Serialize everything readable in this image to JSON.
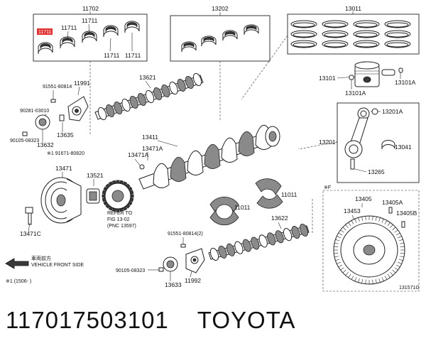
{
  "labels": {
    "p11702": "11702",
    "p11711a": "11711",
    "p11711b": "11711",
    "p11711c": "11711",
    "p11711d": "11711",
    "p11711e": "11711",
    "p13202": "13202",
    "p13011": "13011",
    "p13101": "13101",
    "p13101a1": "13101A",
    "p13101a2": "13101A",
    "p13201a": "13201A",
    "p13201": "13201",
    "p13041": "13041",
    "p13265": "13265",
    "p13621": "13621",
    "p91551a": "91551-80814",
    "p11991": "11991",
    "p90281": "90281-03010",
    "p13635": "13635",
    "p90105a": "90105-08323",
    "p13632": "13632",
    "p91671": "※1 91671-80820",
    "p13411": "13411",
    "p13471a1": "13471A",
    "p13471a2": "13471A",
    "p13471": "13471",
    "p13521": "13521",
    "p11011a": "11011",
    "p11011b": "11011",
    "p13471c": "13471C",
    "refer1": "REFER TO",
    "refer2": "FIG 13-02",
    "refer3": "(PNC 13597)",
    "p13622": "13622",
    "p91551b": "91551-80814(2)",
    "p90105b": "90105-08323",
    "p13633": "13633",
    "p11992": "11992",
    "front_jp": "車両前方",
    "front_en": "VEHICLE FRONT SIDE",
    "note": "※1 (1506-    )",
    "p13405": "13405",
    "p13405a": "13405A",
    "p13453": "13453",
    "p13405b": "13405B",
    "fig_no": "131571G",
    "tag_small": "※F"
  },
  "highlight_label": "11711",
  "caption": {
    "part_number": "117017503101",
    "brand": "TOYOTA"
  }
}
